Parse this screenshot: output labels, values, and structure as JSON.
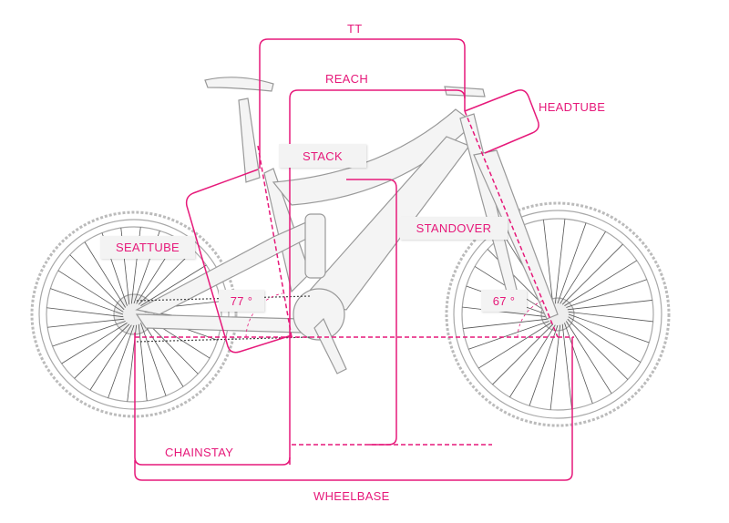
{
  "colors": {
    "accent": "#e6197a",
    "bike": "#9a9a9a",
    "label_bg": "#f3f3f3"
  },
  "labels": {
    "tt": "TT",
    "reach": "REACH",
    "headtube": "HEADTUBE",
    "stack": "STACK",
    "standover": "STANDOVER",
    "seattube": "SEATTUBE",
    "chainstay": "CHAINSTAY",
    "wheelbase": "WHEELBASE",
    "seat_angle": "77 °",
    "head_angle": "67 °"
  }
}
